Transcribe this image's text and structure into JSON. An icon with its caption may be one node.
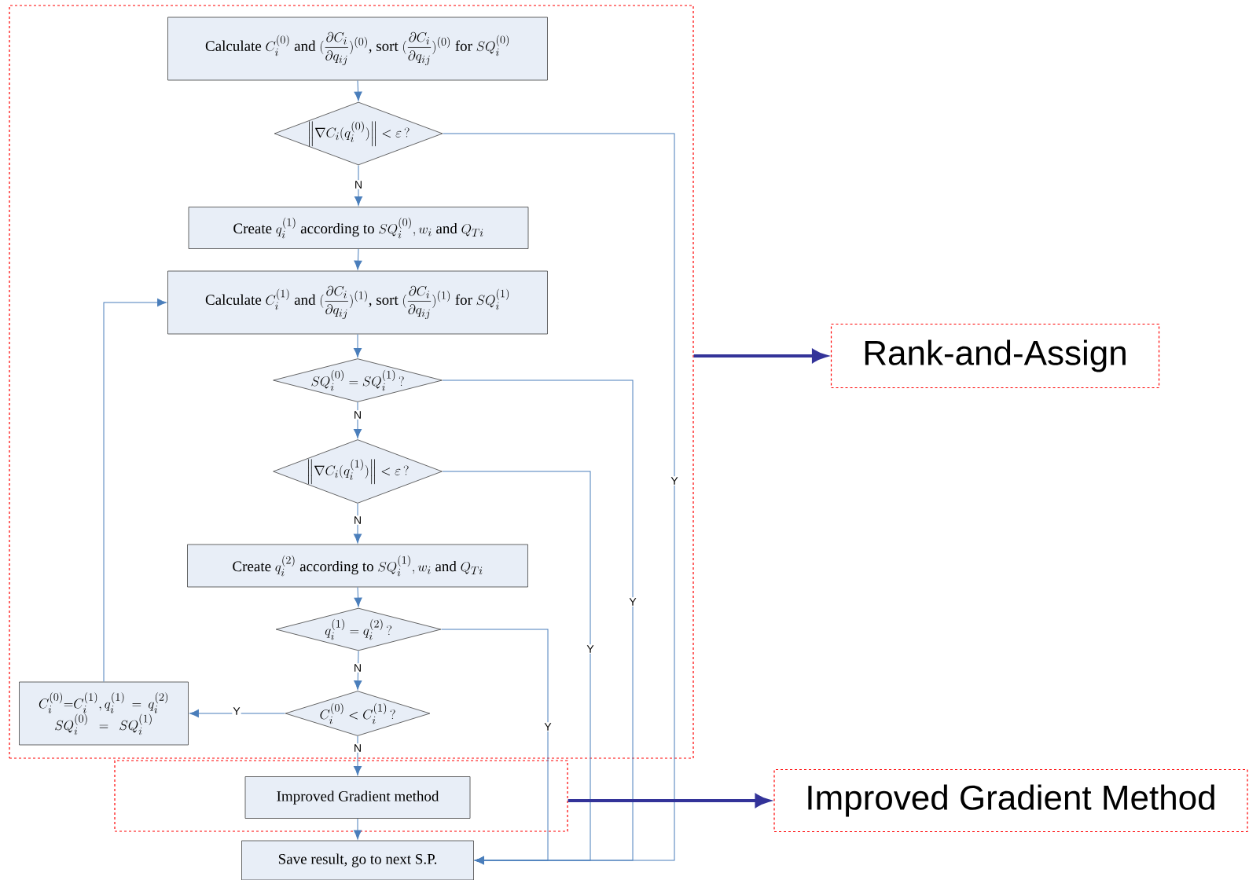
{
  "diagram": {
    "nodes": [
      {
        "text": [],
        "shape": "box"
      },
      {
        "text": [
          "\\text{Calculate } C_i^{(0)} \\text{ and } (\\frac{\\partial C_i}{\\partial q_{ij}})^{(0)}\\text{, sort } (\\frac{\\partial C_i}{\\partial q_{ij}})^{(0)} \\text{ for } SQ_i^{(0)}"
        ],
        "in": 0
      },
      {
        "text": [
          "\\left\\| \\nabla C_i(q_i^{(0)}) \\right\\| < \\varepsilon \\,?"
        ],
        "in": 0
      },
      {
        "text": [
          "\\text{Create } q_i^{(1)} \\text{ according to } SQ_i^{(0)}, w_i \\text{ and } Q_{Ti}"
        ],
        "in": 0
      },
      {
        "text": [
          "\\text{Calculate } C_i^{(1)} \\text{ and } (\\frac{\\partial C_i}{\\partial q_{ij}})^{(1)}\\text{, sort } (\\frac{\\partial C_i}{\\partial q_{ij}})^{(1)} \\text{ for } SQ_i^{(1)}"
        ],
        "in": 0
      },
      {
        "text": [
          "SQ_i^{(0)} = SQ_i^{(1)} \\,?"
        ],
        "in": 0
      },
      {
        "text": [
          "\\left\\| \\nabla C_i(q_i^{(1)}) \\right\\| < \\varepsilon \\,?"
        ],
        "in": 0
      },
      {
        "text": [
          "\\text{Create } q_i^{(2)} \\text{ according to } SQ_i^{(1)}, w_i \\text{ and } Q_{Ti}"
        ],
        "in": 0
      },
      {
        "text": [
          "q_i^{(1)} = q_i^{(2)} \\,?"
        ],
        "in": 0
      },
      {
        "text": [
          "C_i^{(0)} < C_i^{(1)} \\,?"
        ],
        "in": 0
      },
      {
        "text": [
          "C_i^{(0)}{=}C_i^{(1)}, q_i^{(1)} = q_i^{(2)} \\allowbreak\\ SQ_i^{(0)} = SQ_i^{(1)}"
        ],
        "in": 0
      },
      {
        "text": [
          "Rank-and-Assign"
        ]
      },
      {
        "text": [],
        "shape": "box"
      },
      {
        "text": [
          "Improved Gradient method"
        ],
        "in": 12
      },
      {
        "text": [
          "Improved Gradient Method"
        ]
      },
      {
        "text": [
          "Save result, go to next S.P."
        ]
      }
    ],
    "edges": [
      {
        "from": 1,
        "to": 2,
        "arrow": "to"
      },
      {
        "from": 2,
        "to": 3,
        "arrow": "to",
        "label": "N"
      },
      {
        "from": 3,
        "to": 4,
        "arrow": "to"
      },
      {
        "from": 4,
        "to": 5,
        "arrow": "to"
      },
      {
        "from": 5,
        "to": 6,
        "arrow": "to",
        "label": "N"
      },
      {
        "from": 6,
        "to": 7,
        "arrow": "to",
        "label": "N"
      },
      {
        "from": 7,
        "to": 8,
        "arrow": "to"
      },
      {
        "from": 8,
        "to": 9,
        "arrow": "to",
        "label": "N"
      },
      {
        "from": 9,
        "to": 10,
        "arrow": "to",
        "label": "Y"
      },
      {
        "from": 10,
        "to": 4,
        "arrow": "to"
      },
      {
        "from": 9,
        "to": 13,
        "arrow": "to",
        "label": "N"
      },
      {
        "from": 13,
        "to": 15,
        "arrow": "to"
      },
      {
        "from": 2,
        "to": 15,
        "arrow": "to",
        "label": "Y"
      },
      {
        "from": 5,
        "to": 15,
        "arrow": "to",
        "label": "Y"
      },
      {
        "from": 6,
        "to": 15,
        "arrow": "to",
        "label": "Y"
      },
      {
        "from": 8,
        "to": 15,
        "arrow": "to",
        "label": "Y"
      },
      {
        "from": 0,
        "to": 11,
        "arrow": "to",
        "style": "thick",
        "color": "#333399"
      },
      {
        "from": 12,
        "to": 14,
        "arrow": "to",
        "style": "thick",
        "color": "#333399"
      }
    ]
  }
}
